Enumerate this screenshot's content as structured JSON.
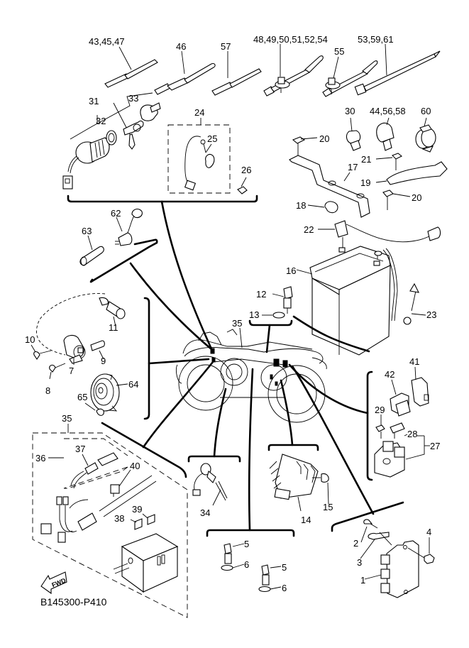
{
  "diagram": {
    "title_code": "B145300-P410",
    "direction_label": "FWD",
    "colors": {
      "ink": "#000000",
      "paper": "#ffffff"
    },
    "callouts": {
      "c1": "1",
      "c2": "2",
      "c3": "3",
      "c4": "4",
      "c5a": "5",
      "c5b": "5",
      "c6a": "6",
      "c6b": "6",
      "c7": "7",
      "c8": "8",
      "c9": "9",
      "c10": "10",
      "c11": "11",
      "c12": "12",
      "c13": "13",
      "c14": "14",
      "c15": "15",
      "c16": "16",
      "c17": "17",
      "c18": "18",
      "c19": "19",
      "c20a": "20",
      "c20b": "20",
      "c21": "21",
      "c22": "22",
      "c23": "23",
      "c24": "24",
      "c25": "25",
      "c26": "26",
      "c27": "27",
      "c28": "28",
      "c29": "29",
      "c30": "30",
      "c31": "31",
      "c32": "32",
      "c33": "33",
      "c34": "34",
      "c35a": "35",
      "c35b": "35",
      "c36": "36",
      "c37": "37",
      "c38": "38",
      "c39": "39",
      "c40": "40",
      "c41": "41",
      "c42": "42",
      "c43": "43,45,47",
      "c46": "46",
      "c57": "57",
      "c48": "48,49,50,51,52,54",
      "c55": "55",
      "c53": "53,59,61",
      "c44": "44,56,58",
      "c60": "60",
      "c62": "62",
      "c63": "63",
      "c64": "64",
      "c65": "65"
    }
  }
}
